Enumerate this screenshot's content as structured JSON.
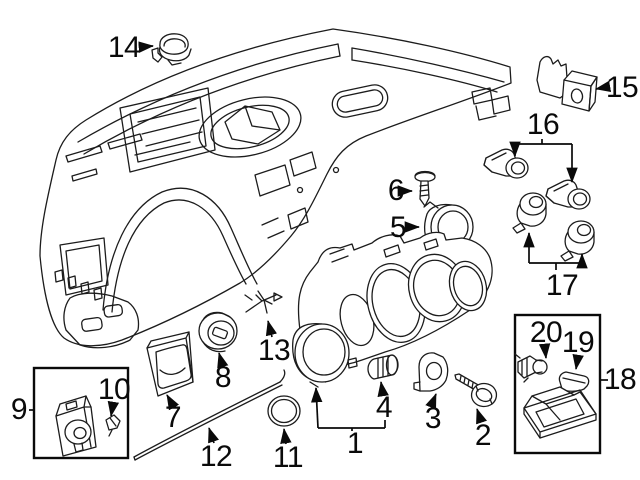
{
  "figure": {
    "background_color": "#ffffff",
    "line_color": "#1c1c1c",
    "label_color": "#0a0a0a"
  },
  "callouts": [
    {
      "label": "1"
    },
    {
      "label": "2"
    },
    {
      "label": "3"
    },
    {
      "label": "4"
    },
    {
      "label": "5"
    },
    {
      "label": "6"
    },
    {
      "label": "7"
    },
    {
      "label": "8"
    },
    {
      "label": "9"
    },
    {
      "label": "10"
    },
    {
      "label": "11"
    },
    {
      "label": "12"
    },
    {
      "label": "13"
    },
    {
      "label": "14"
    },
    {
      "label": "15"
    },
    {
      "label": "16"
    },
    {
      "label": "17"
    },
    {
      "label": "18"
    },
    {
      "label": "19"
    },
    {
      "label": "20"
    }
  ]
}
